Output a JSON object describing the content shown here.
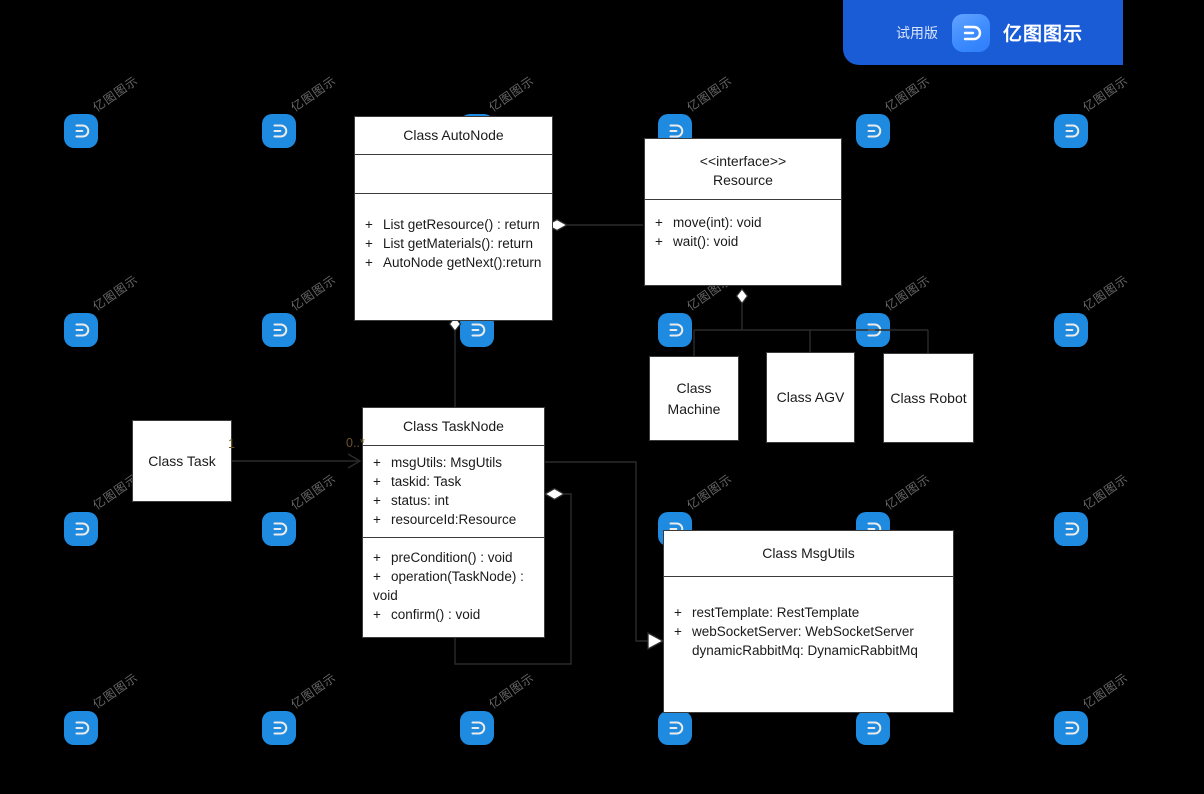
{
  "banner": {
    "trial_label": "试用版",
    "app_name": "亿图图示",
    "logo_icon": "edraw-logo-icon",
    "background_color": "#1a5cd6"
  },
  "watermark": {
    "text": "亿图图示",
    "logo_icon": "edraw-watermark-icon",
    "color": "#8a8a8a",
    "logo_color": "#2196f3"
  },
  "canvas": {
    "background_color": "#000000",
    "box_fill": "#ffffff",
    "box_border": "#3c3c3c"
  },
  "diagram": {
    "type": "uml-class-diagram",
    "classes": [
      {
        "id": "autonode",
        "title": "Class AutoNode",
        "stereotype": "",
        "attributes": [],
        "methods": [
          {
            "visibility": "+",
            "text": "List getResource() : return"
          },
          {
            "visibility": "+",
            "text": "List getMaterials(): return"
          },
          {
            "visibility": "+",
            "text": "AutoNode getNext():return"
          }
        ]
      },
      {
        "id": "resource",
        "title": "Resource",
        "stereotype": "<<interface>>",
        "attributes": [],
        "methods": [
          {
            "visibility": "+",
            "text": "move(int): void"
          },
          {
            "visibility": "+",
            "text": "wait(): void"
          }
        ]
      },
      {
        "id": "tasknode",
        "title": "Class TaskNode",
        "stereotype": "",
        "attributes": [
          {
            "visibility": "+",
            "text": "msgUtils: MsgUtils"
          },
          {
            "visibility": "+",
            "text": "taskid: Task"
          },
          {
            "visibility": "+",
            "text": "status: int"
          },
          {
            "visibility": "+",
            "text": "resourceId:Resource"
          }
        ],
        "methods": [
          {
            "visibility": "+",
            "text": "preCondition() : void"
          },
          {
            "visibility": "+",
            "text": "operation(TaskNode) : void"
          },
          {
            "visibility": "+",
            "text": "confirm() : void"
          }
        ]
      },
      {
        "id": "msgutils",
        "title": "Class MsgUtils",
        "stereotype": "",
        "attributes": [
          {
            "visibility": "+",
            "text": "restTemplate: RestTemplate"
          },
          {
            "visibility": "+",
            "text": "webSocketServer: WebSocketServer"
          },
          {
            "visibility": "",
            "text": "dynamicRabbitMq: DynamicRabbitMq"
          }
        ],
        "methods": []
      }
    ],
    "simple_boxes": [
      {
        "id": "task",
        "label": "Class Task"
      },
      {
        "id": "machine",
        "label": "Class\nMachine"
      },
      {
        "id": "agv",
        "label": "Class AGV"
      },
      {
        "id": "robot",
        "label": "Class Robot"
      }
    ],
    "relationships": [
      {
        "id": "autonode-resource",
        "from": "autonode",
        "to": "resource",
        "kind": "aggregation",
        "source_multiplicity": "",
        "target_multiplicity": ""
      },
      {
        "id": "autonode-tasknode",
        "from": "autonode",
        "to": "tasknode",
        "kind": "aggregation",
        "source_multiplicity": "",
        "target_multiplicity": ""
      },
      {
        "id": "resource-machine",
        "from": "resource",
        "to": "machine",
        "kind": "aggregation-branch",
        "source_multiplicity": "",
        "target_multiplicity": ""
      },
      {
        "id": "resource-agv",
        "from": "resource",
        "to": "agv",
        "kind": "aggregation-branch",
        "source_multiplicity": "",
        "target_multiplicity": ""
      },
      {
        "id": "resource-robot",
        "from": "resource",
        "to": "robot",
        "kind": "aggregation-branch",
        "source_multiplicity": "",
        "target_multiplicity": ""
      },
      {
        "id": "task-tasknode",
        "from": "task",
        "to": "tasknode",
        "kind": "association",
        "source_multiplicity": "1",
        "target_multiplicity": "0..*"
      },
      {
        "id": "tasknode-self",
        "from": "tasknode",
        "to": "tasknode",
        "kind": "aggregation-self-loop",
        "source_multiplicity": "",
        "target_multiplicity": ""
      },
      {
        "id": "tasknode-msgutils",
        "from": "tasknode",
        "to": "msgutils",
        "kind": "generalization",
        "source_multiplicity": "",
        "target_multiplicity": ""
      }
    ]
  }
}
